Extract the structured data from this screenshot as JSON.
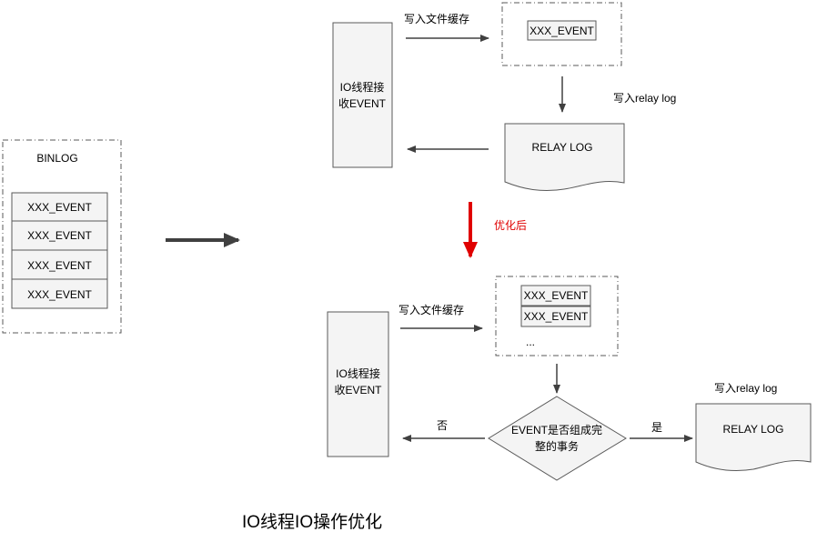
{
  "binlog": {
    "title": "BINLOG",
    "events": [
      "XXX_EVENT",
      "XXX_EVENT",
      "XXX_EVENT",
      "XXX_EVENT"
    ]
  },
  "top": {
    "io_thread": [
      "IO线程接",
      "收EVENT"
    ],
    "write_cache_label": "写入文件缓存",
    "cache_event": "XXX_EVENT",
    "write_relay_label": "写入relay log",
    "relay_log": "RELAY LOG"
  },
  "optimized_label": "优化后",
  "bottom": {
    "io_thread": [
      "IO线程接",
      "收EVENT"
    ],
    "write_cache_label": "写入文件缓存",
    "cache_events": [
      "XXX_EVENT",
      "XXX_EVENT"
    ],
    "cache_more": "...",
    "decision": [
      "EVENT是否组成完",
      "整的事务"
    ],
    "no_label": "否",
    "yes_label": "是",
    "write_relay_label": "写入relay log",
    "relay_log": "RELAY LOG"
  },
  "caption": "IO线程IO操作优化",
  "colors": {
    "stroke": "#5a5a5a",
    "fill": "#f4f4f4",
    "arrow": "#404040",
    "highlight": "#e00000"
  }
}
